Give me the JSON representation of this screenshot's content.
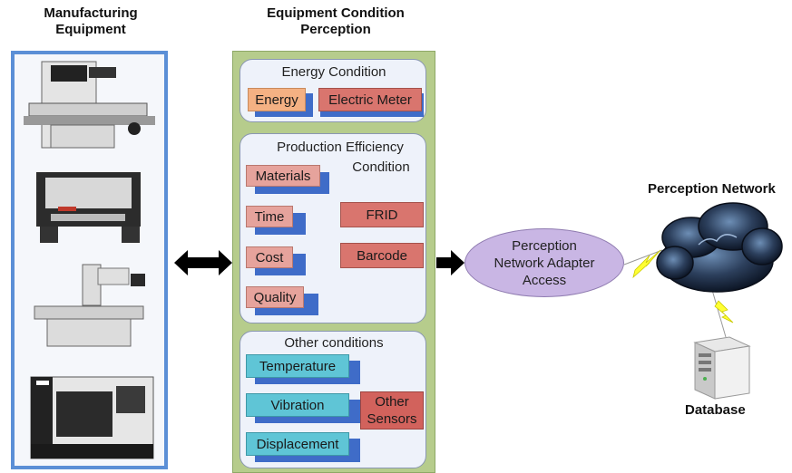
{
  "headers": {
    "manufacturing_line1": "Manufacturing",
    "manufacturing_line2": "Equipment",
    "perception_line1": "Equipment Condition",
    "perception_line2": "Perception"
  },
  "groups": {
    "energy": {
      "title": "Energy Condition",
      "energy_tag": "Energy",
      "meter_tag": "Electric Meter"
    },
    "production": {
      "title_line1": "Production Efficiency",
      "title_line2": "Condition",
      "materials": "Materials",
      "time": "Time",
      "cost": "Cost",
      "quality": "Quality",
      "frid": "FRID",
      "barcode": "Barcode"
    },
    "other": {
      "title": "Other conditions",
      "temperature": "Temperature",
      "vibration": "Vibration",
      "displacement": "Displacement",
      "sensors_line1": "Other",
      "sensors_line2": "Sensors"
    }
  },
  "adapter": {
    "line1": "Perception",
    "line2": "Network Adapter",
    "line3": "Access"
  },
  "perception_network_label": "Perception Network",
  "database_label": "Database",
  "colors": {
    "panel_border": "#5b8fd6",
    "green_panel": "#b6cc8c",
    "shadow_blue": "#3f6cc8",
    "energy_orange": "#f4b183",
    "red_tag": "#d9756e",
    "cyan_tag": "#5fc5d6",
    "ellipse_purple": "#c9b6e4",
    "lightning_yellow": "#ffff33"
  }
}
